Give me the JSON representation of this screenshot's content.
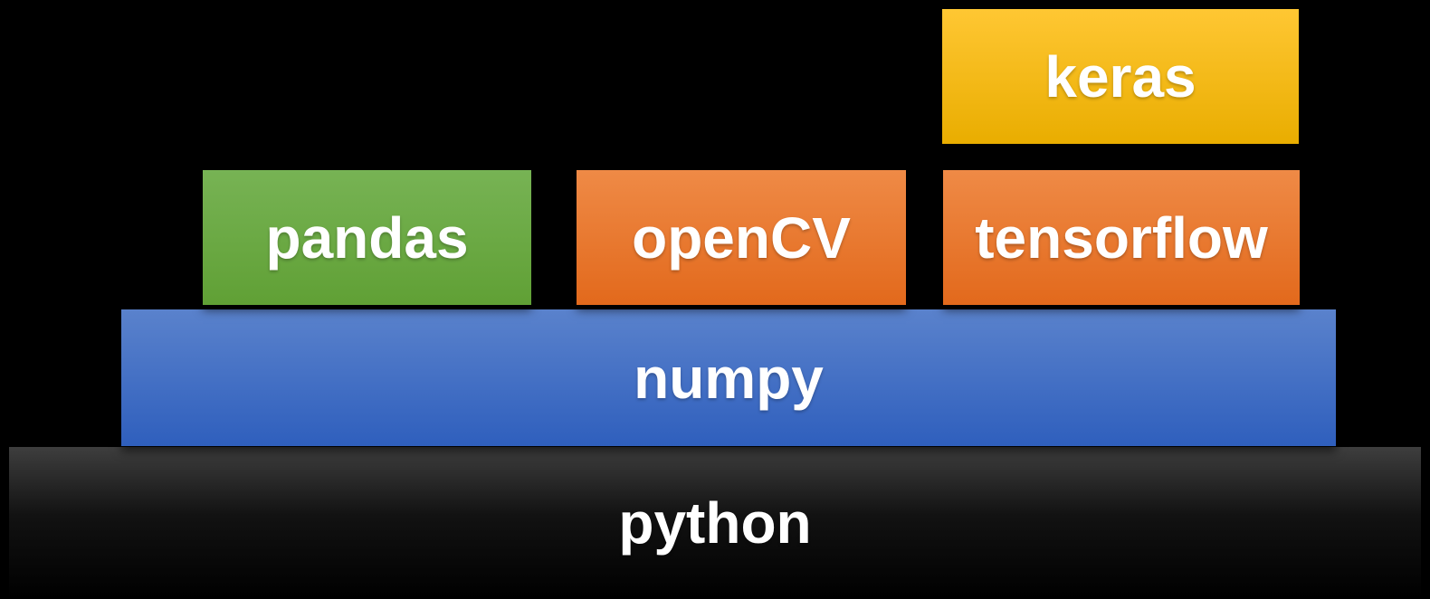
{
  "diagram": {
    "type": "stack-diagram",
    "background": "#000000",
    "text_color": "#FFFFFF"
  },
  "boxes": [
    {
      "name": "python",
      "label": "python",
      "color_top": "#3E3E3E",
      "color_mid": "#121212",
      "mid_stop": "45%",
      "color_bottom": "#000000"
    },
    {
      "name": "numpy",
      "label": "numpy",
      "color_top": "#5A82CC",
      "color_bottom": "#2F5FBD"
    },
    {
      "name": "pandas",
      "label": "pandas",
      "color_top": "#77B354",
      "color_bottom": "#60A035"
    },
    {
      "name": "opencv",
      "label": "openCV",
      "color_top": "#EF8A46",
      "color_bottom": "#E2691C"
    },
    {
      "name": "tensorflow",
      "label": "tensorflow",
      "color_top": "#EF8A46",
      "color_bottom": "#E2691C"
    },
    {
      "name": "keras",
      "label": "keras",
      "color_top": "#FFC733",
      "color_bottom": "#E9AD00"
    }
  ]
}
